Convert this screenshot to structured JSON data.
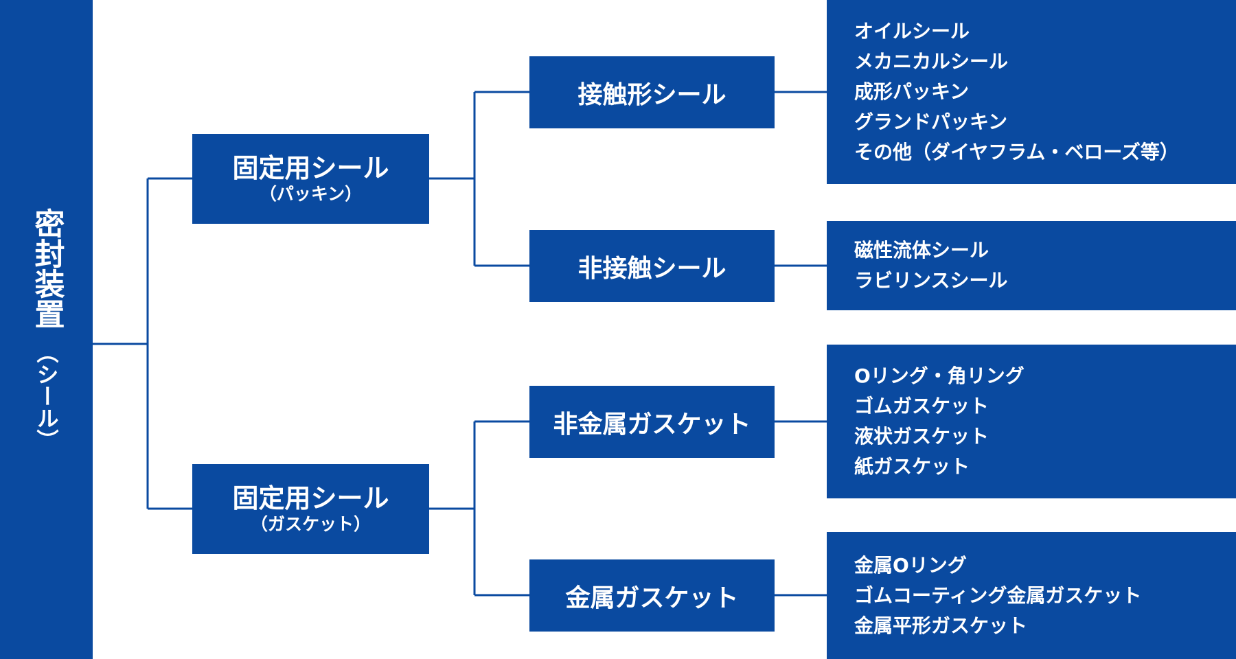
{
  "root": {
    "label_main": "密封装置",
    "label_sub": "（シール）"
  },
  "branches": [
    {
      "title": "固定用シール",
      "subtitle": "（パッキン）",
      "children": [
        {
          "label": "接触形シール",
          "items": [
            "オイルシール",
            "メカニカルシール",
            "成形パッキン",
            "グランドパッキン",
            "その他（ダイヤフラム・ベローズ等）"
          ]
        },
        {
          "label": "非接触シール",
          "items": [
            "磁性流体シール",
            "ラビリンスシール"
          ]
        }
      ]
    },
    {
      "title": "固定用シール",
      "subtitle": "（ガスケット）",
      "children": [
        {
          "label": "非金属ガスケット",
          "items": [
            "Oリング・角リング",
            "ゴムガスケット",
            "液状ガスケット",
            "紙ガスケット"
          ]
        },
        {
          "label": "金属ガスケット",
          "items": [
            "金属Oリング",
            "ゴムコーティング金属ガスケット",
            "金属平形ガスケット"
          ]
        }
      ]
    }
  ],
  "colors": {
    "box": "#0a4aa0",
    "line": "#0a4aa0",
    "text": "#ffffff"
  }
}
